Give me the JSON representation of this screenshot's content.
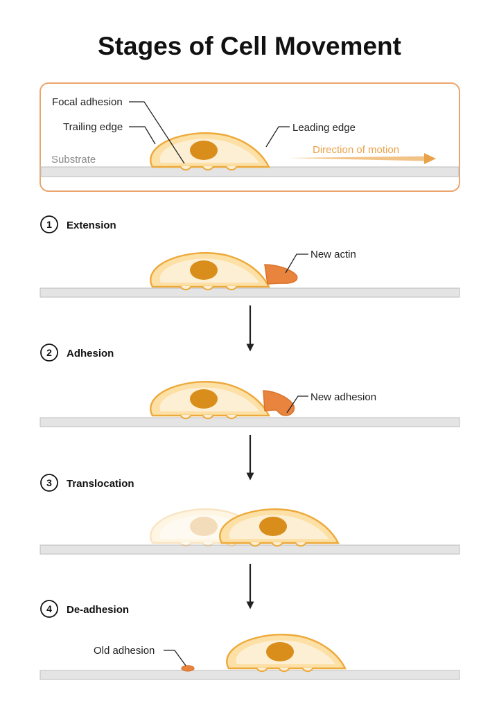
{
  "title": "Stages of Cell Movement",
  "overview": {
    "labels": {
      "focal_adhesion": "Focal adhesion",
      "trailing_edge": "Trailing edge",
      "leading_edge": "Leading edge",
      "substrate": "Substrate",
      "direction": "Direction of motion"
    }
  },
  "stages": [
    {
      "number": "1",
      "name": "Extension",
      "annotation": "New actin"
    },
    {
      "number": "2",
      "name": "Adhesion",
      "annotation": "New adhesion"
    },
    {
      "number": "3",
      "name": "Translocation",
      "annotation": ""
    },
    {
      "number": "4",
      "name": "De-adhesion",
      "annotation": "Old adhesion"
    }
  ],
  "colors": {
    "cell_outline": "#EDA93A",
    "cell_outer": "#FCE0A6",
    "cell_inner": "#FDEFD3",
    "nucleus": "#D98E1B",
    "actin": "#E8843E",
    "substrate": "#E4E4E4",
    "substrate_stroke": "#BDBDBD",
    "frame": "#EAA56F",
    "direction": "#E9A24A"
  }
}
